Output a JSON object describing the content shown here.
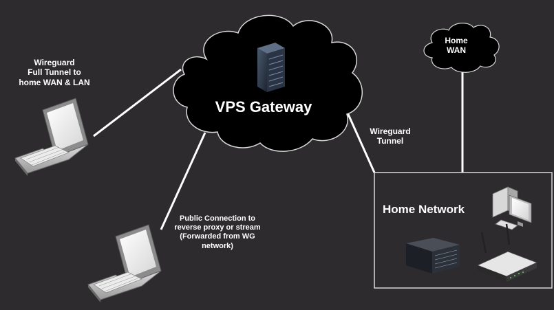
{
  "labels": {
    "laptop_tunnel": "Wireguard\nFull Tunnel to\nhome WAN & LAN",
    "vps_gateway": "VPS Gateway",
    "wireguard_tunnel": "Wireguard\nTunnel",
    "home_wan": "Home\nWAN",
    "home_network": "Home Network",
    "public_connection": "Public Connection to\nreverse proxy or stream\n(Forwarded from WG\nnetwork)"
  },
  "icons": {
    "vps_server": "server-rack-icon",
    "laptop_remote": "laptop-icon",
    "laptop_public": "laptop-icon",
    "home_desktop": "desktop-computer-icon",
    "home_nas": "nas-storage-icon",
    "home_router": "wifi-router-icon"
  },
  "colors": {
    "background": "#2d2b2e",
    "cloud": "#000000",
    "line": "#ffffff",
    "text": "#ffffff"
  }
}
